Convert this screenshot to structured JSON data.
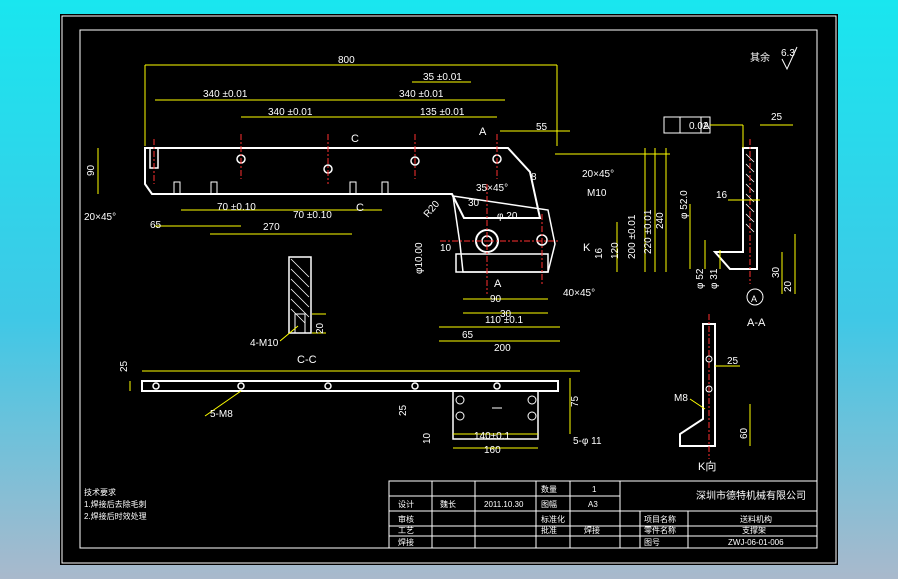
{
  "colors": {
    "background_top": "#19e6ef",
    "sheet": "#000000",
    "outline": "#ffffff",
    "dimension": "#ffff00",
    "centerline": "#ff3030",
    "hidden": "#00ffff"
  },
  "roughness": {
    "label": "其余",
    "value": "6.3"
  },
  "dims": {
    "d800": "800",
    "d35": "35 ±0.01",
    "d340a": "340 ±0.01",
    "d340b": "340 ±0.01",
    "d340c": "340 ±0.01",
    "d135": "135 ±0.01",
    "d55": "55",
    "d90": "90",
    "d20x45a": "20×45°",
    "d65a": "65",
    "d70a": "70 ±0.10",
    "d70b": "70 ±0.10",
    "d270": "270",
    "d35x45": "35×45°",
    "d30": "30",
    "dR20": "R20",
    "d8": "8",
    "d20x45b": "20×45°",
    "dM10": "M10",
    "dphi20": "φ 20",
    "d10a": "10",
    "dphi10": "φ10.00",
    "d16": "16",
    "d120": "120",
    "d200a": "200 ±0.01",
    "d220": "220 ±0.01",
    "d240": "240",
    "d40x45": "40×45°",
    "d90b": "90",
    "d30b": "30",
    "d110": "110 ±0.1",
    "d65b": "65",
    "d200b": "200",
    "d4M10": "4-M10",
    "d20": "20",
    "d25a": "25",
    "d5M8": "5-M8",
    "d25b": "25",
    "d10b": "10",
    "d140": "140±0.1",
    "d160": "160",
    "d75": "75",
    "d5phi": "5-φ 11",
    "dtol": "0.02",
    "dA": "A",
    "d25c": "25",
    "d16b": "16",
    "dphi52a": "φ 52.0",
    "dphi52b": "φ 52",
    "dphi31": "φ 31",
    "d30c": "30",
    "d20b": "20",
    "d25d": "25",
    "d60": "60",
    "dM8": "M8",
    "dK": "K"
  },
  "labels": {
    "sectionC": "C",
    "sectionCC": "C-C",
    "sectionA": "A",
    "sectionAA": "A-A",
    "viewK": "K向",
    "K": "K"
  },
  "notes": {
    "title": "技术要求",
    "line1": "1.焊接后去除毛刺",
    "line2": "2.焊接后时效处理"
  },
  "titleblock": {
    "designer_label": "设计",
    "designer_name": "魏长",
    "date": "2011.10.30",
    "qty_label": "数量",
    "qty": "1",
    "scale_label": "图幅",
    "scale": "A3",
    "checker": "审核",
    "process": "工艺",
    "standard": "标准化",
    "approve": "批准",
    "material": "焊接",
    "company": "深圳市德特机械有限公司",
    "project_label": "项目名称",
    "project": "送料机构",
    "part_label": "零件名称",
    "part": "支撑架",
    "drawing_no_label": "图号",
    "drawing_no": "ZWJ-06-01-006"
  }
}
